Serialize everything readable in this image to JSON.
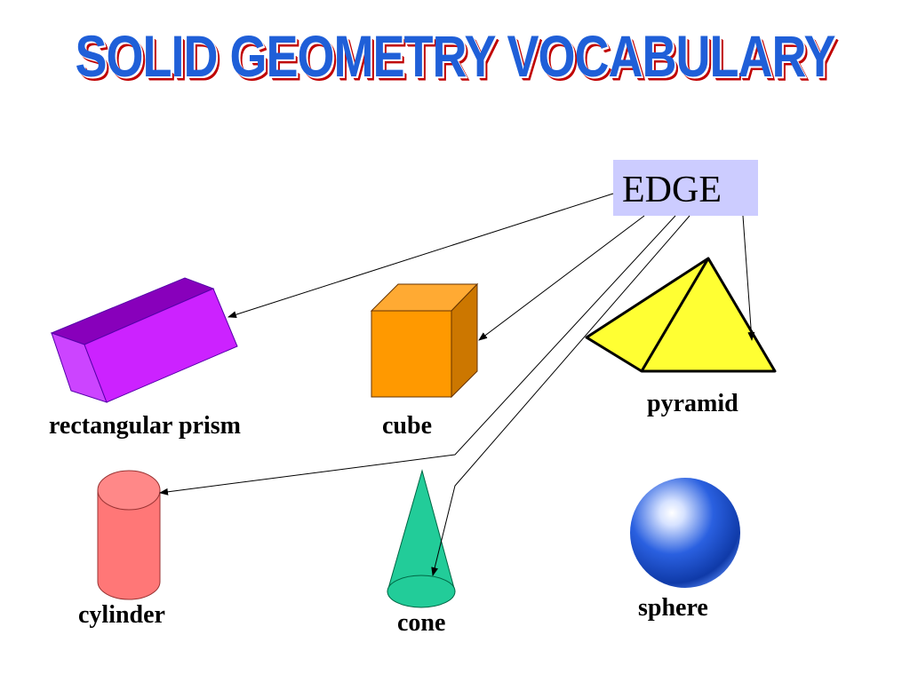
{
  "slide": {
    "title": "SOLID GEOMETRY VOCABULARY",
    "term_box": {
      "text": "EDGE"
    },
    "shapes": {
      "rectangular_prism": {
        "label": "rectangular prism",
        "color": "#cc22ff"
      },
      "cube": {
        "label": "cube",
        "color": "#ff9900"
      },
      "pyramid": {
        "label": "pyramid",
        "color": "#ffff33"
      },
      "cylinder": {
        "label": "cylinder",
        "color": "#ff7777"
      },
      "cone": {
        "label": "cone",
        "color": "#22cc99"
      },
      "sphere": {
        "label": "sphere",
        "color": "#1144cc"
      }
    },
    "colors": {
      "title_fill": "#1f5fd8",
      "title_shadow": "#c00000",
      "term_box_bg": "#ccccff"
    }
  }
}
